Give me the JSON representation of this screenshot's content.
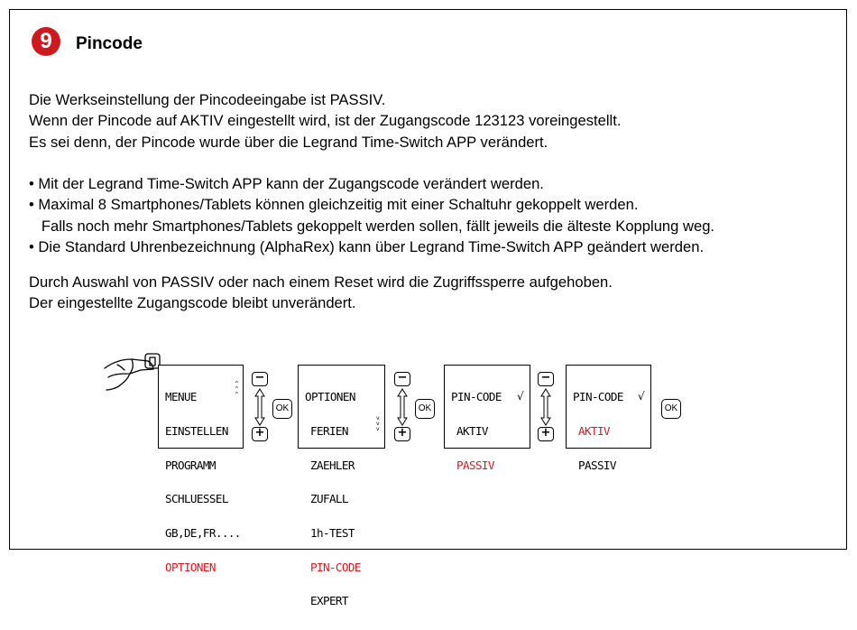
{
  "section": {
    "number": "9",
    "title": "Pincode"
  },
  "paragraphs": {
    "p1": [
      "Die Werkseinstellung der Pincodeeingabe ist PASSIV.",
      "Wenn der Pincode auf AKTIV eingestellt wird, ist der Zugangscode 123123 voreingestellt.",
      "Es sei denn, der Pincode wurde über die Legrand Time-Switch APP verändert."
    ],
    "p2": [
      "• Mit der Legrand Time-Switch APP kann der Zugangscode verändert werden.",
      "• Maximal 8 Smartphones/Tablets können gleichzeitig mit einer Schaltuhr gekoppelt werden.",
      "   Falls noch mehr Smartphones/Tablets gekoppelt werden sollen, fällt jeweils die älteste Kopplung weg.",
      "• Die Standard Uhrenbezeichnung (AlphaRex) kann über Legrand Time-Switch APP geändert werden."
    ],
    "p3": [
      "Durch Auswahl von PASSIV oder nach einem Reset wird die Zugriffssperre aufgehoben.",
      "Der eingestellte Zugangscode bleibt unverändert."
    ]
  },
  "diagram": {
    "screen1": [
      "MENUE",
      "EINSTELLEN",
      "PROGRAMM",
      "SCHLUESSEL",
      "GB,DE,FR....",
      "OPTIONEN"
    ],
    "screen2": [
      "OPTIONEN",
      "FERIEN",
      "ZAEHLER",
      "ZUFALL",
      "1h-TEST",
      "PIN-CODE",
      "EXPERT"
    ],
    "screen3": [
      "PIN-CODE",
      "AKTIV",
      "PASSIV"
    ],
    "screen4": [
      "PIN-CODE",
      "AKTIV",
      "PASSIV"
    ],
    "ok_label": "OK",
    "minus_label": "−",
    "plus_label": "+",
    "check": "√",
    "colors": {
      "badge": "#d0191f",
      "highlight": "#e0141e"
    }
  }
}
